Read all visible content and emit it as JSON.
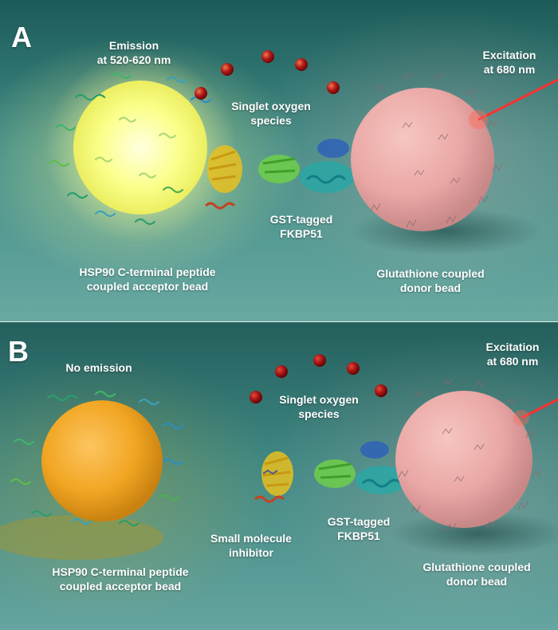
{
  "panel_a": {
    "letter": "A",
    "emission": [
      "Emission",
      "at 520-620 nm"
    ],
    "excitation": [
      "Excitation",
      "at 680 nm"
    ],
    "singlet_oxygen": [
      "Singlet oxygen",
      "species"
    ],
    "gst": [
      "GST-tagged",
      "FKBP51"
    ],
    "acceptor": [
      "HSP90 C-terminal peptide",
      "coupled acceptor bead"
    ],
    "donor": [
      "Glutathione coupled",
      "donor bead"
    ]
  },
  "panel_b": {
    "letter": "B",
    "no_emission": "No emission",
    "excitation": [
      "Excitation",
      "at 680 nm"
    ],
    "singlet_oxygen": [
      "Singlet oxygen",
      "species"
    ],
    "inhibitor": [
      "Small molecule",
      "inhibitor"
    ],
    "gst": [
      "GST-tagged",
      "FKBP51"
    ],
    "acceptor": [
      "HSP90 C-terminal peptide",
      "coupled acceptor bead"
    ],
    "donor": [
      "Glutathione coupled",
      "donor bead"
    ]
  },
  "colors": {
    "acceptor_bright": "#fbff8a",
    "acceptor_dark": "#f2a623",
    "donor": "#eeaaa8",
    "laser": "#ff3030",
    "oxygen": "#b01818"
  }
}
